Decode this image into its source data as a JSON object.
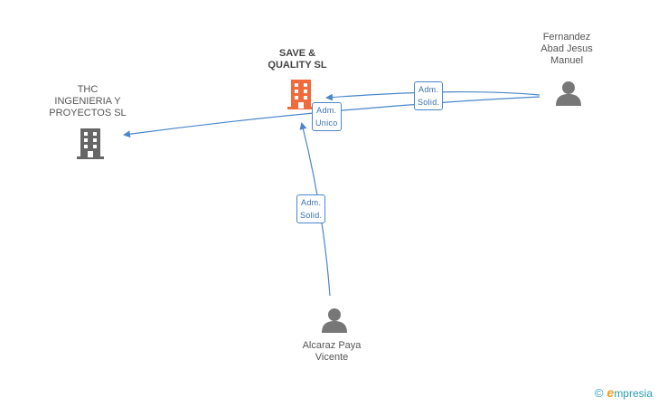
{
  "colors": {
    "edge": "#4a86c8",
    "company_main": "#f06a3c",
    "company_other": "#666666",
    "person": "#777777"
  },
  "nodes": {
    "save_quality": {
      "label": "SAVE &\nQUALITY SL",
      "icon": "building-icon"
    },
    "thc": {
      "label": "THC\nINGENIERIA Y\nPROYECTOS  SL",
      "icon": "building-icon"
    },
    "fernandez": {
      "label": "Fernandez\nAbad Jesus\nManuel",
      "icon": "person-icon"
    },
    "alcaraz": {
      "label": "Alcaraz Paya\nVicente",
      "icon": "person-icon"
    }
  },
  "relations": {
    "fernandez_to_save": "Adm.\nSolid.",
    "save_to_thc": "Adm.\nUnico",
    "alcaraz_to_save": "Adm.\nSolid."
  },
  "brand": {
    "copyright": "©",
    "initial": "e",
    "name": "mpresia"
  }
}
